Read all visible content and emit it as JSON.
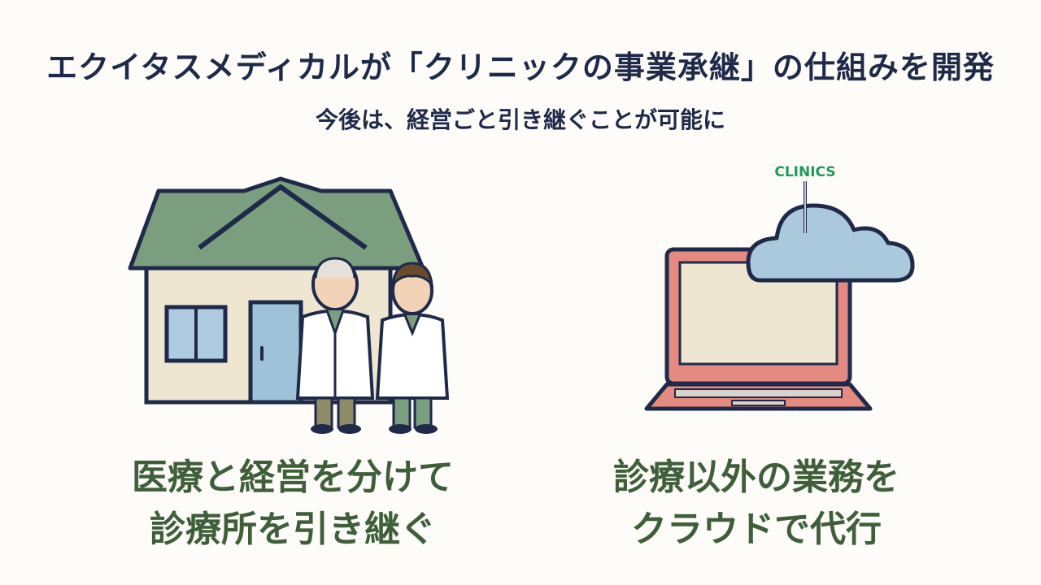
{
  "header": {
    "title": "エクイタスメディカルが「クリニックの事業承継」の仕組みを開発",
    "subtitle": "今後は、経営ごと引き継ぐことが可能に"
  },
  "left_panel": {
    "caption_line1": "医療と経営を分けて",
    "caption_line2": "診療所を引き継ぐ"
  },
  "right_panel": {
    "cloud_label": "CLINICS",
    "caption_line1": "診療以外の業務を",
    "caption_line2": "クラウドで代行"
  },
  "colors": {
    "roof": "#7a9e7e",
    "wall": "#efe6d2",
    "door": "#9ec2d8",
    "outline": "#1f2a4a",
    "laptop": "#e58a80",
    "cloud": "#aac9dc",
    "caption": "#3f5f3a"
  }
}
